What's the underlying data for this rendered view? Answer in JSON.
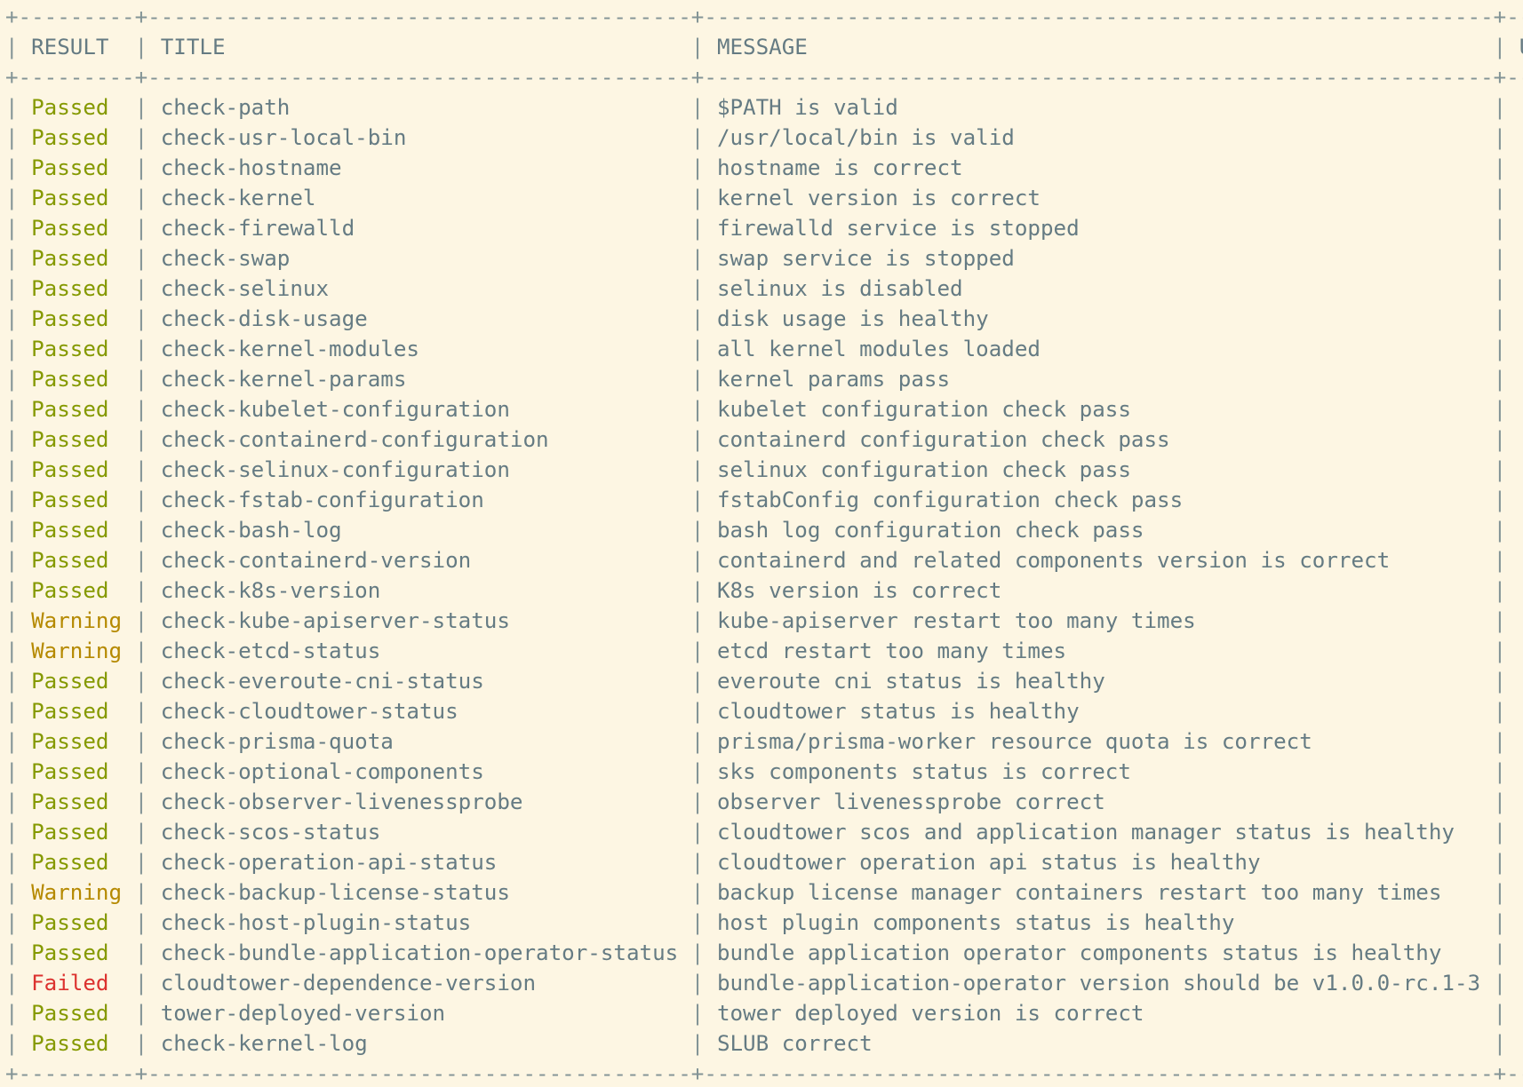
{
  "colors": {
    "background": "#fdf6e3",
    "text": "#657b83",
    "passed": "#859900",
    "warning": "#b58900",
    "failed": "#dc322f"
  },
  "headers": {
    "result": "RESULT",
    "title": "TITLE",
    "message": "MESSAGE",
    "uri": "URI"
  },
  "rows": [
    {
      "result": "Passed",
      "title": "check-path",
      "message": "$PATH is valid",
      "uri": ""
    },
    {
      "result": "Passed",
      "title": "check-usr-local-bin",
      "message": "/usr/local/bin is valid",
      "uri": ""
    },
    {
      "result": "Passed",
      "title": "check-hostname",
      "message": "hostname is correct",
      "uri": ""
    },
    {
      "result": "Passed",
      "title": "check-kernel",
      "message": "kernel version is correct",
      "uri": ""
    },
    {
      "result": "Passed",
      "title": "check-firewalld",
      "message": "firewalld service is stopped",
      "uri": ""
    },
    {
      "result": "Passed",
      "title": "check-swap",
      "message": "swap service is stopped",
      "uri": ""
    },
    {
      "result": "Passed",
      "title": "check-selinux",
      "message": "selinux is disabled",
      "uri": ""
    },
    {
      "result": "Passed",
      "title": "check-disk-usage",
      "message": "disk usage is healthy",
      "uri": ""
    },
    {
      "result": "Passed",
      "title": "check-kernel-modules",
      "message": "all kernel modules loaded",
      "uri": ""
    },
    {
      "result": "Passed",
      "title": "check-kernel-params",
      "message": "kernel params pass",
      "uri": ""
    },
    {
      "result": "Passed",
      "title": "check-kubelet-configuration",
      "message": "kubelet configuration check pass",
      "uri": ""
    },
    {
      "result": "Passed",
      "title": "check-containerd-configuration",
      "message": "containerd configuration check pass",
      "uri": ""
    },
    {
      "result": "Passed",
      "title": "check-selinux-configuration",
      "message": "selinux configuration check pass",
      "uri": ""
    },
    {
      "result": "Passed",
      "title": "check-fstab-configuration",
      "message": "fstabConfig configuration check pass",
      "uri": ""
    },
    {
      "result": "Passed",
      "title": "check-bash-log",
      "message": "bash log configuration check pass",
      "uri": ""
    },
    {
      "result": "Passed",
      "title": "check-containerd-version",
      "message": "containerd and related components version is correct",
      "uri": ""
    },
    {
      "result": "Passed",
      "title": "check-k8s-version",
      "message": "K8s version is correct",
      "uri": ""
    },
    {
      "result": "Warning",
      "title": "check-kube-apiserver-status",
      "message": "kube-apiserver restart too many times",
      "uri": ""
    },
    {
      "result": "Warning",
      "title": "check-etcd-status",
      "message": "etcd restart too many times",
      "uri": ""
    },
    {
      "result": "Passed",
      "title": "check-everoute-cni-status",
      "message": "everoute cni status is healthy",
      "uri": ""
    },
    {
      "result": "Passed",
      "title": "check-cloudtower-status",
      "message": "cloudtower status is healthy",
      "uri": ""
    },
    {
      "result": "Passed",
      "title": "check-prisma-quota",
      "message": "prisma/prisma-worker resource quota is correct",
      "uri": ""
    },
    {
      "result": "Passed",
      "title": "check-optional-components",
      "message": "sks components status is correct",
      "uri": ""
    },
    {
      "result": "Passed",
      "title": "check-observer-livenessprobe",
      "message": "observer livenessprobe correct",
      "uri": ""
    },
    {
      "result": "Passed",
      "title": "check-scos-status",
      "message": "cloudtower scos and application manager status is healthy",
      "uri": ""
    },
    {
      "result": "Passed",
      "title": "check-operation-api-status",
      "message": "cloudtower operation api status is healthy",
      "uri": ""
    },
    {
      "result": "Warning",
      "title": "check-backup-license-status",
      "message": "backup license manager containers restart too many times",
      "uri": ""
    },
    {
      "result": "Passed",
      "title": "check-host-plugin-status",
      "message": "host plugin components status is healthy",
      "uri": ""
    },
    {
      "result": "Passed",
      "title": "check-bundle-application-operator-status",
      "message": "bundle application operator components status is healthy",
      "uri": ""
    },
    {
      "result": "Failed",
      "title": "cloudtower-dependence-version",
      "message": "bundle-application-operator version should be v1.0.0-rc.1-3",
      "uri": ""
    },
    {
      "result": "Passed",
      "title": "tower-deployed-version",
      "message": "tower deployed version is correct",
      "uri": ""
    },
    {
      "result": "Passed",
      "title": "check-kernel-log",
      "message": "SLUB correct",
      "uri": ""
    }
  ]
}
